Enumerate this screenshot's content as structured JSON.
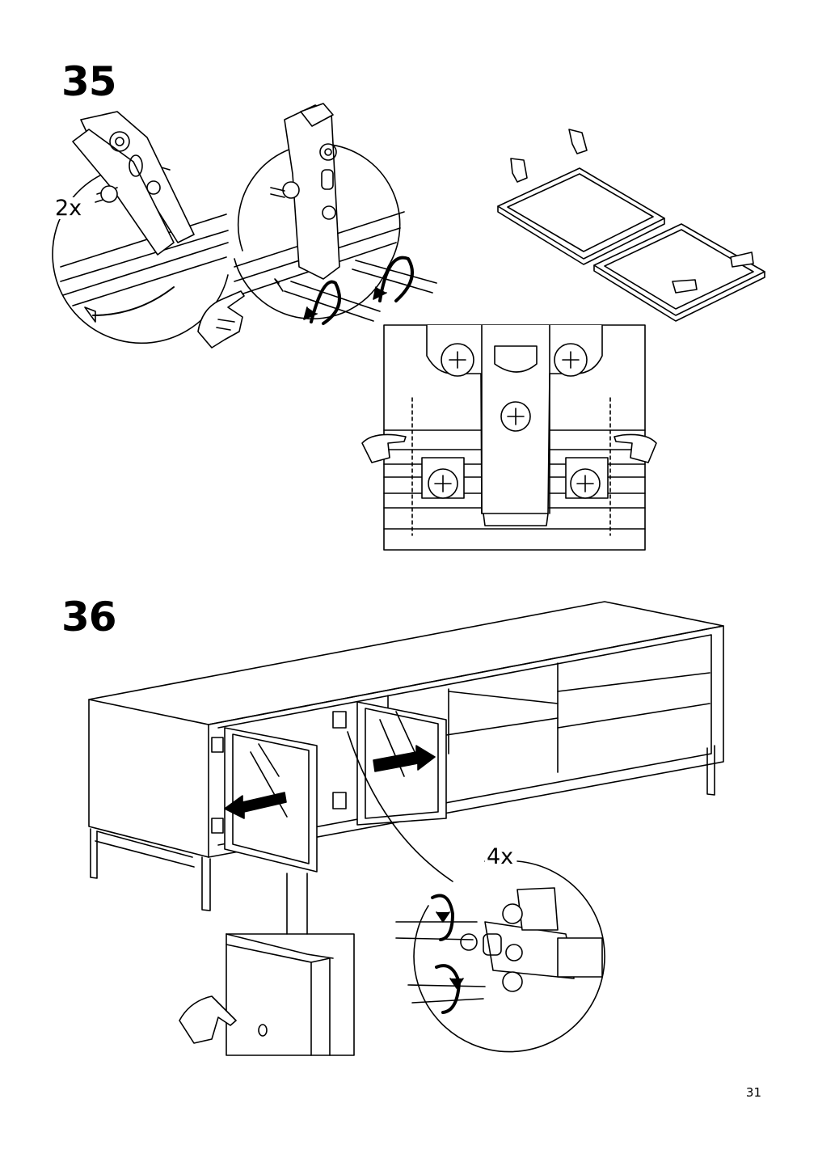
{
  "steps": [
    {
      "number": "35",
      "quantity": "2x"
    },
    {
      "number": "36",
      "quantity": "4x"
    }
  ],
  "page_number": "31",
  "icons": [
    "screw-hinge-detail-icon",
    "screwdriver-icon",
    "pointing-hand-icon",
    "door-panel-icon",
    "arrow-icon",
    "tv-bench-icon"
  ]
}
